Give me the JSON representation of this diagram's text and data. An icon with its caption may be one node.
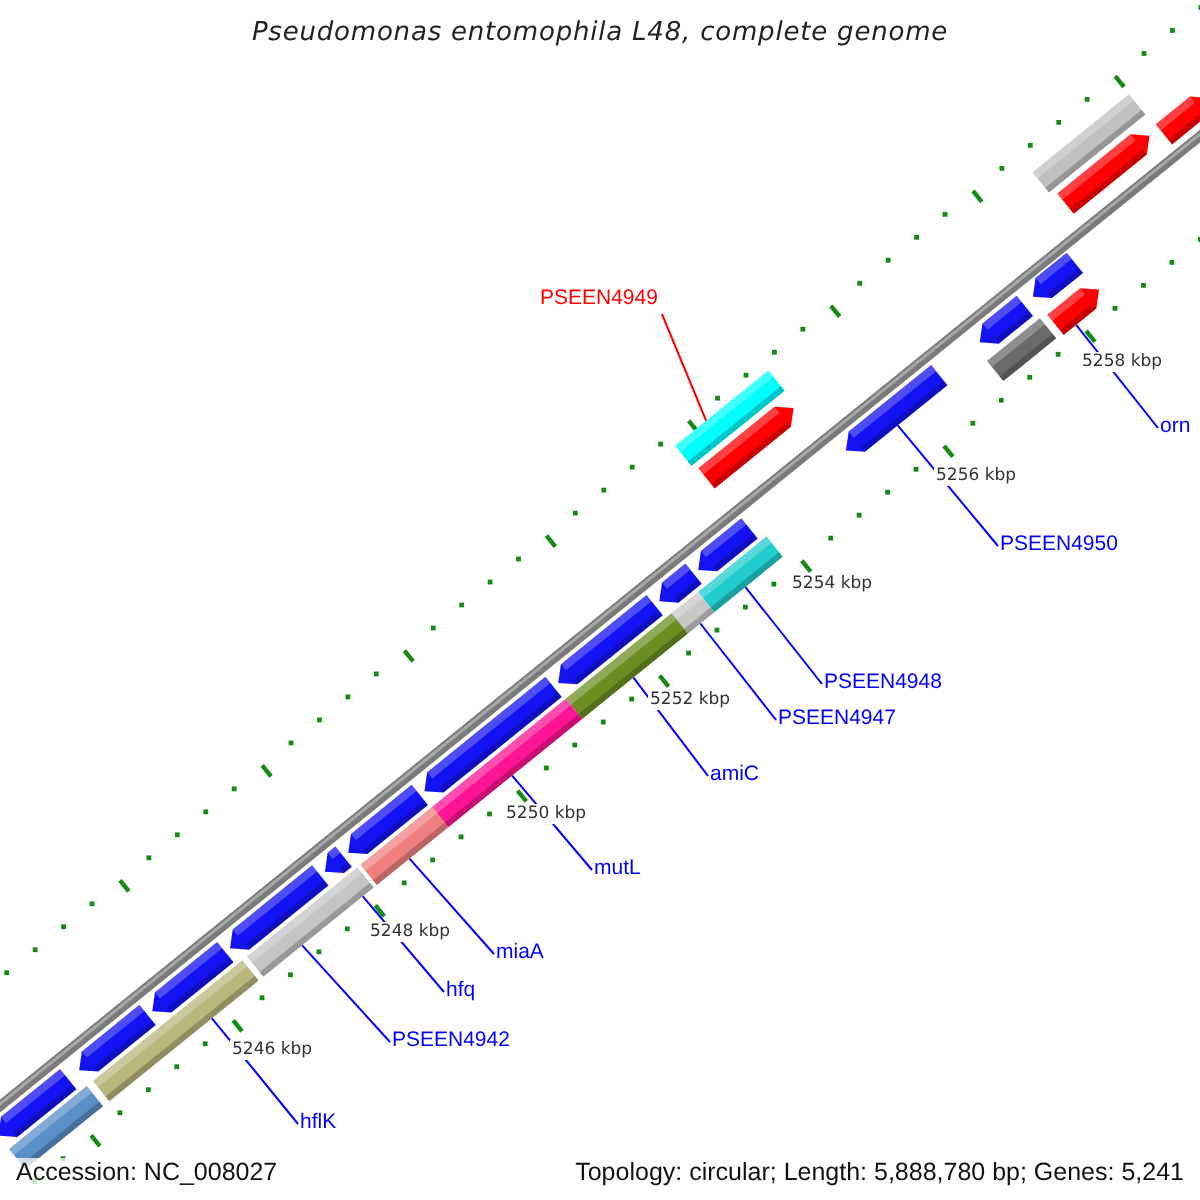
{
  "diagram": {
    "title": "Pseudomonas entomophila L48, complete genome",
    "nodes": [
      {
        "text": [
          "PSEEN4949"
        ]
      },
      {
        "text": [],
        "shape": "bar"
      },
      {
        "text": [
          "orn"
        ]
      },
      {
        "text": [],
        "shape": "pentagon"
      },
      {
        "text": [
          "PSEEN4950"
        ]
      },
      {
        "text": [],
        "shape": "pentagon"
      },
      {
        "text": [
          "PSEEN4948"
        ]
      },
      {
        "text": [],
        "shape": "bar"
      },
      {
        "text": [
          "PSEEN4947"
        ]
      },
      {
        "text": [],
        "shape": "bar"
      },
      {
        "text": [
          "amiC"
        ]
      },
      {
        "text": [],
        "shape": "bar"
      },
      {
        "text": [
          "mutL"
        ]
      },
      {
        "text": [],
        "shape": "bar"
      },
      {
        "text": [
          "miaA"
        ]
      },
      {
        "text": [],
        "shape": "bar"
      },
      {
        "text": [
          "hfq"
        ]
      },
      {
        "text": [],
        "shape": "bar"
      },
      {
        "text": [
          "PSEEN4942"
        ]
      },
      {
        "text": [],
        "shape": "bar"
      },
      {
        "text": [
          "hflK"
        ]
      },
      {
        "text": [],
        "shape": "bar"
      },
      {
        "text": [],
        "shape": "bar"
      },
      {
        "text": [],
        "shape": "pentagon"
      },
      {
        "text": [],
        "shape": "pentagon"
      },
      {
        "text": [],
        "shape": "pentagon"
      },
      {
        "text": [],
        "shape": "pentagon"
      },
      {
        "text": [],
        "shape": "pentagon"
      },
      {
        "text": [],
        "shape": "pentagon"
      },
      {
        "text": [],
        "shape": "pentagon"
      },
      {
        "text": [],
        "shape": "pentagon"
      },
      {
        "text": [],
        "shape": "pentagon"
      },
      {
        "text": [],
        "shape": "pentagon"
      },
      {
        "text": [],
        "shape": "pentagon"
      },
      {
        "text": [],
        "shape": "bar"
      },
      {
        "text": [],
        "shape": "pentagon"
      },
      {
        "text": [],
        "shape": "pentagon"
      },
      {
        "text": [],
        "shape": "bar"
      },
      {
        "text": [],
        "shape": "pentagon"
      },
      {
        "text": [],
        "shape": "pentagon"
      }
    ],
    "edges": [
      {
        "from": 0,
        "to": 1,
        "arrow": "none",
        "color": "#ff0000"
      },
      {
        "from": 2,
        "to": 3,
        "arrow": "none"
      },
      {
        "from": 4,
        "to": 5,
        "arrow": "none"
      },
      {
        "from": 6,
        "to": 7,
        "arrow": "none"
      },
      {
        "from": 8,
        "to": 9,
        "arrow": "none"
      },
      {
        "from": 10,
        "to": 11,
        "arrow": "none"
      },
      {
        "from": 12,
        "to": 13,
        "arrow": "none"
      },
      {
        "from": 14,
        "to": 15,
        "arrow": "none"
      },
      {
        "from": 16,
        "to": 17,
        "arrow": "none"
      },
      {
        "from": 18,
        "to": 19,
        "arrow": "none"
      },
      {
        "from": 20,
        "to": 21,
        "arrow": "none"
      }
    ],
    "labels": [
      "5258 kbp",
      "5256 kbp",
      "5254 kbp",
      "5252 kbp",
      "5250 kbp",
      "5248 kbp",
      "5246 kbp",
      "Accession: NC_008027",
      "Topology: circular; Length: 5,888,780 bp; Genes: 5,241"
    ]
  }
}
